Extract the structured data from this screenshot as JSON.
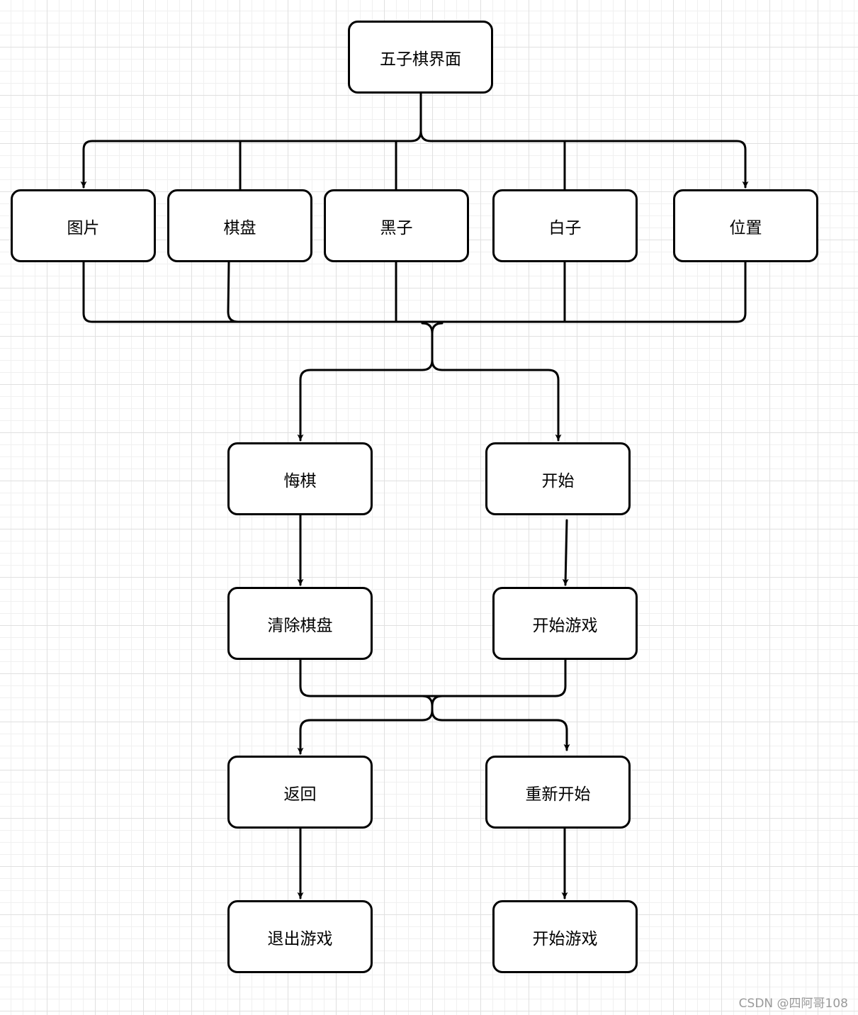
{
  "nodes": {
    "root": "五子棋界面",
    "tupian": "图片",
    "qipan": "棋盘",
    "heizi": "黑子",
    "baizi": "白子",
    "weizhi": "位置",
    "huiqi": "悔棋",
    "kaishi": "开始",
    "qingchu": "清除棋盘",
    "kaishi_youxi_1": "开始游戏",
    "fanhui": "返回",
    "chongxin": "重新开始",
    "tuichu": "退出游戏",
    "kaishi_youxi_2": "开始游戏"
  },
  "watermark": "CSDN @四阿哥108",
  "colors": {
    "line": "#000000",
    "grid": "#e0e0e0",
    "background": "#ffffff"
  }
}
